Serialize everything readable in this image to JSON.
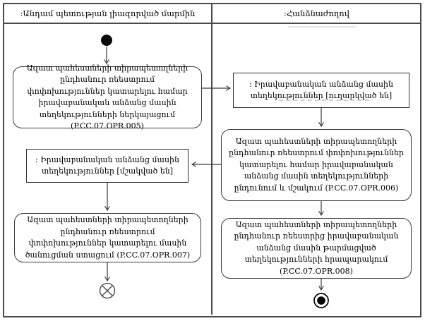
{
  "lanes": [
    {
      "label": ":Անդամ պետության լիազորված մարմին"
    },
    {
      "label": ":Հանձնաժողով"
    }
  ],
  "nodes": {
    "activity1": {
      "label": "Ազատ պահեստների տիրապետողների ընդհանուր ռեեստրում փոփոխություններ կատարելու համար իրավաբանական անձանց մասին տեղեկությունների ներկայացում (P.CC.07.OPR.005)"
    },
    "object_sent": {
      "label": ": Իրավաբանական անձանց մասին տեղեկություններ [ուղարկված են]"
    },
    "activity2": {
      "label": "Ազատ պահեստների տիրապետողների ընդհանուր ռեեստրում փոփոխություններ կատարելու համար իրավաբանական անձանց մասին տեղեկությունների ընդունում և մշակում (P.CC.07.OPR.006)"
    },
    "object_processed": {
      "label": ": Իրավաբանական անձանց մասին տեղեկություններ [մշակված են]"
    },
    "activity3": {
      "label": "Ազատ պահեստների տիրապետողների ընդհանուր ռեեստրում փոփոխություններ կատարելու մասին ծանուցման ստացում (P.CC.07.OPR.007)"
    },
    "activity4": {
      "label": "Ազատ պահեստների տիրապետողների ընդհանուր ռեեստրից իրավաբանական անձանց մասին թարմացված տեղեկությունների հրապարակում (P.CC.07.OPR.008)"
    }
  },
  "colors": {
    "line": "#4a4a4a",
    "box_border": "#3a3a3a",
    "background": "#ffffff",
    "text": "#000000"
  }
}
